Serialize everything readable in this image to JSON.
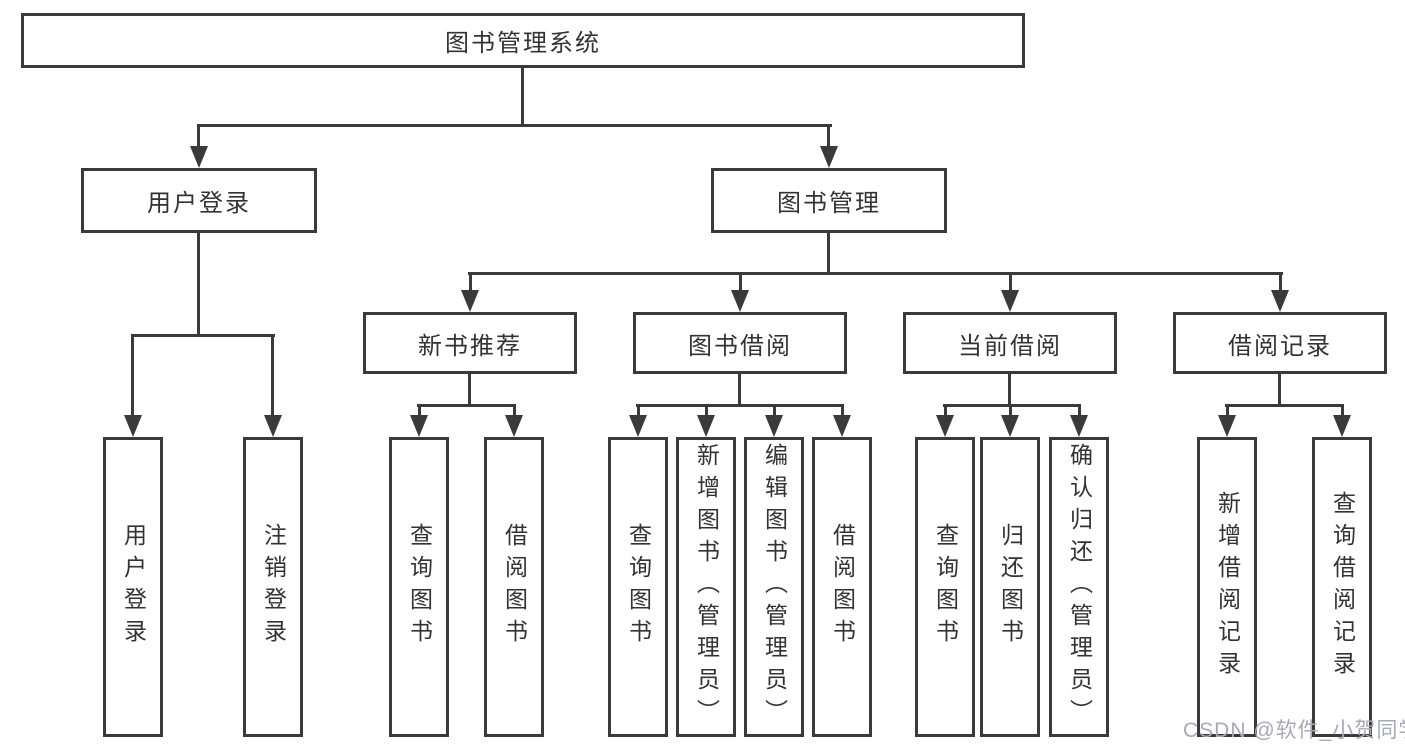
{
  "diagram": {
    "root": "图书管理系统",
    "level2": [
      "用户登录",
      "图书管理"
    ],
    "level3": [
      "新书推荐",
      "图书借阅",
      "当前借阅",
      "借阅记录"
    ],
    "leaves": [
      "用户登录",
      "注销登录",
      "查询图书",
      "借阅图书",
      "查询图书",
      "新增图书（管理员）",
      "编辑图书（管理员）",
      "借阅图书",
      "查询图书",
      "归还图书",
      "确认归还（管理员）",
      "新增借阅记录",
      "查询借阅记录"
    ]
  },
  "watermark": "CSDN @软件_小贺同学",
  "colors": {
    "line": "#3a3a3a",
    "text": "#333333",
    "watermark": "#a8a8b8",
    "background": "#ffffff"
  }
}
